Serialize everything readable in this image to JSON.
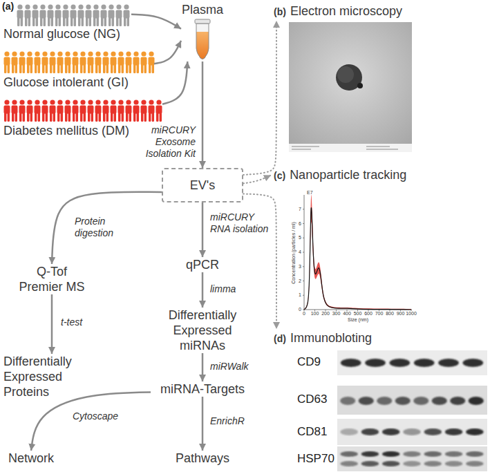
{
  "diagram": {
    "nodes": [
      {
        "text": [
          "Normal glucose (NG)"
        ]
      },
      {
        "text": [
          "Glucose intolerant (GI)"
        ]
      },
      {
        "text": [
          "Diabetes mellitus (DM)"
        ]
      },
      {
        "text": [
          "Plasma"
        ]
      },
      {
        "text": [
          "EV's"
        ]
      },
      {
        "text": [
          "Q-Tof Premier MS"
        ]
      },
      {
        "text": [
          "qPCR"
        ]
      },
      {
        "text": [
          "Differentially Expressed Proteins"
        ]
      },
      {
        "text": [
          "Differentially Expressed miRNAs"
        ]
      },
      {
        "text": [
          "miRNA-Targets"
        ]
      },
      {
        "text": [
          "Network"
        ]
      },
      {
        "text": [
          "Pathways"
        ]
      },
      {
        "text": [
          "(b)",
          "Electron microscopy"
        ]
      },
      {
        "text": [
          "(c)",
          "Nanoparticle tracking"
        ]
      },
      {
        "text": [
          "(d)",
          "Immunobloting"
        ]
      }
    ],
    "edges": [
      {
        "from": 0,
        "to": 3,
        "arrow": "to"
      },
      {
        "from": 1,
        "to": 3,
        "arrow": "to"
      },
      {
        "from": 2,
        "to": 3,
        "arrow": "to"
      },
      {
        "from": 3,
        "to": 4,
        "label": "miRCURY Exosome Isolation Kit",
        "arrow": "to"
      },
      {
        "from": 4,
        "to": 5,
        "label": "Protein digestion",
        "arrow": "to"
      },
      {
        "from": 4,
        "to": 6,
        "label": "miRCURY RNA isolation",
        "arrow": "to"
      },
      {
        "from": 5,
        "to": 7,
        "label": "t-test",
        "arrow": "to"
      },
      {
        "from": 6,
        "to": 8,
        "label": "limma",
        "arrow": "to"
      },
      {
        "from": 8,
        "to": 9,
        "label": "miRWalk",
        "arrow": "to"
      },
      {
        "from": 9,
        "to": 10,
        "label": "Cytoscape",
        "arrow": "to"
      },
      {
        "from": 9,
        "to": 11,
        "label": "EnrichR",
        "arrow": "to"
      },
      {
        "from": 4,
        "to": 12,
        "arrow": "to"
      },
      {
        "from": 4,
        "to": 13,
        "arrow": "to"
      },
      {
        "from": 4,
        "to": 14,
        "arrow": "to"
      }
    ],
    "labels": [
      "(a)",
      "Concentration (particles / ml)",
      "E7",
      "7",
      "6",
      "5",
      "4",
      "3",
      "2",
      "1",
      "0",
      "Size (nm)",
      "0",
      "100",
      "200",
      "300",
      "400",
      "500",
      "600",
      "700",
      "800",
      "900",
      "1000",
      "CD9",
      "CD63",
      "CD81",
      "HSP70"
    ]
  }
}
